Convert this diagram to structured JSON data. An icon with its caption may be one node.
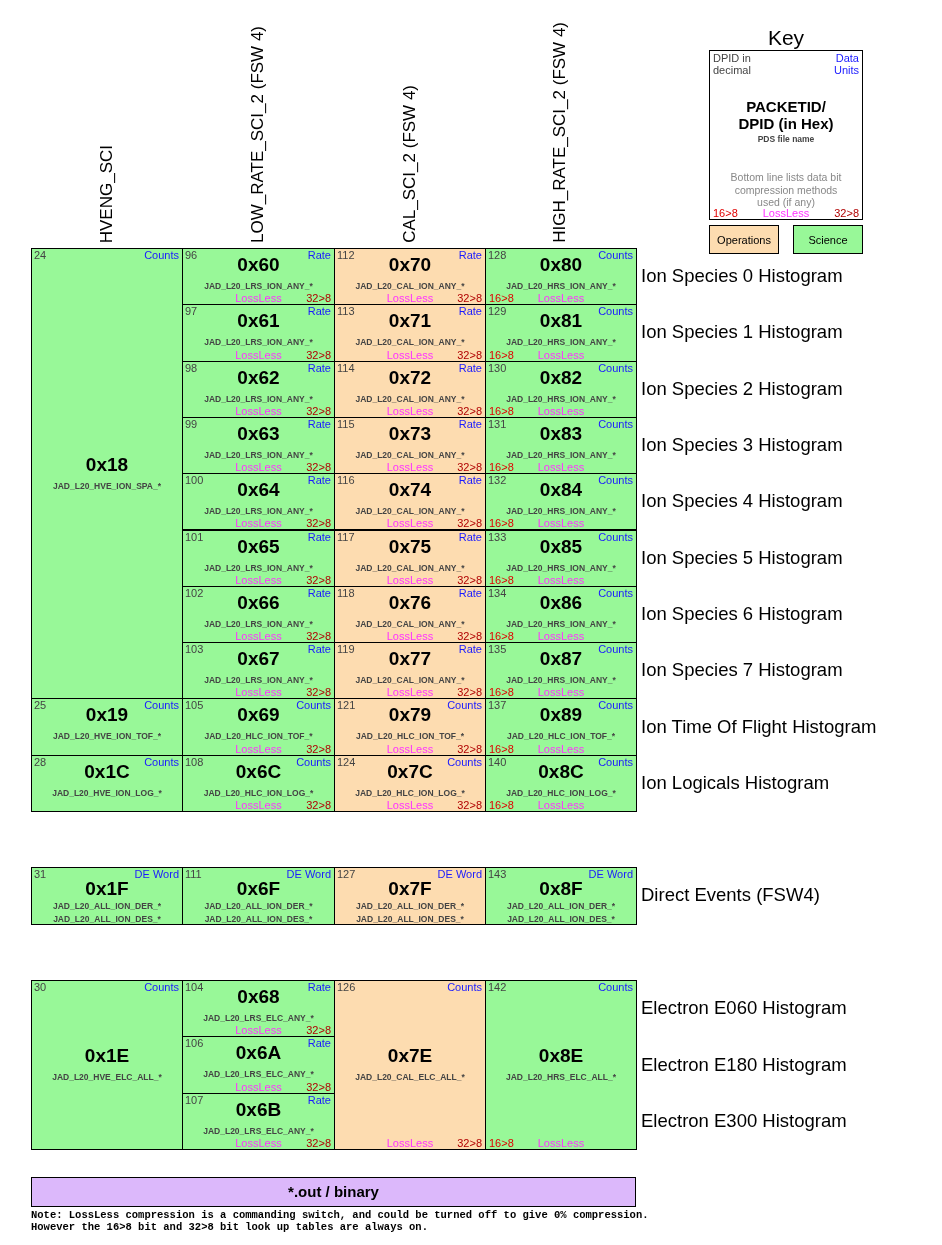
{
  "diagram": {
    "nodes": [
      {
        "text": [
          "Key",
          "DPID in decimal",
          "Data Units",
          "PACKETID/ DPID (in Hex)",
          "PDS file name",
          "Bottom line lists data bit compression methods used (if any)",
          "16>8",
          "LossLess",
          "32>8"
        ]
      },
      {
        "text": [
          "24",
          "Counts",
          "0x18",
          "JAD_L20_HVE_ION_SPA_*"
        ]
      },
      {
        "text": [
          "96",
          "Rate",
          "0x60",
          "JAD_L20_LRS_ION_ANY_*",
          "LossLess",
          "32>8"
        ]
      },
      {
        "text": [
          "112",
          "Rate",
          "0x70",
          "JAD_L20_CAL_ION_ANY_*",
          "LossLess",
          "32>8"
        ]
      },
      {
        "text": [
          "128",
          "Counts",
          "0x80",
          "JAD_L20_HRS_ION_ANY_*",
          "16>8",
          "LossLess"
        ]
      },
      {
        "text": [
          "97",
          "Rate",
          "0x61",
          "JAD_L20_LRS_ION_ANY_*",
          "LossLess",
          "32>8"
        ]
      },
      {
        "text": [
          "113",
          "Rate",
          "0x71",
          "JAD_L20_CAL_ION_ANY_*",
          "LossLess",
          "32>8"
        ]
      },
      {
        "text": [
          "129",
          "Counts",
          "0x81",
          "JAD_L20_HRS_ION_ANY_*",
          "16>8",
          "LossLess"
        ]
      },
      {
        "text": [
          "98",
          "Rate",
          "0x62",
          "JAD_L20_LRS_ION_ANY_*",
          "LossLess",
          "32>8"
        ]
      },
      {
        "text": [
          "114",
          "Rate",
          "0x72",
          "JAD_L20_CAL_ION_ANY_*",
          "LossLess",
          "32>8"
        ]
      },
      {
        "text": [
          "130",
          "Counts",
          "0x82",
          "JAD_L20_HRS_ION_ANY_*",
          "16>8",
          "LossLess"
        ]
      },
      {
        "text": [
          "99",
          "Rate",
          "0x63",
          "JAD_L20_LRS_ION_ANY_*",
          "LossLess",
          "32>8"
        ]
      },
      {
        "text": [
          "115",
          "Rate",
          "0x73",
          "JAD_L20_CAL_ION_ANY_*",
          "LossLess",
          "32>8"
        ]
      },
      {
        "text": [
          "131",
          "Counts",
          "0x83",
          "JAD_L20_HRS_ION_ANY_*",
          "16>8",
          "LossLess"
        ]
      },
      {
        "text": [
          "100",
          "Rate",
          "0x64",
          "JAD_L20_LRS_ION_ANY_*",
          "LossLess",
          "32>8"
        ]
      },
      {
        "text": [
          "116",
          "Rate",
          "0x74",
          "JAD_L20_CAL_ION_ANY_*",
          "LossLess",
          "32>8"
        ]
      },
      {
        "text": [
          "132",
          "Counts",
          "0x84",
          "JAD_L20_HRS_ION_ANY_*",
          "16>8",
          "LossLess"
        ]
      },
      {
        "text": [
          "101",
          "Rate",
          "0x65",
          "JAD_L20_LRS_ION_ANY_*",
          "LossLess",
          "32>8"
        ]
      },
      {
        "text": [
          "117",
          "Rate",
          "0x75",
          "JAD_L20_CAL_ION_ANY_*",
          "LossLess",
          "32>8"
        ]
      },
      {
        "text": [
          "133",
          "Counts",
          "0x85",
          "JAD_L20_HRS_ION_ANY_*",
          "16>8",
          "LossLess"
        ]
      },
      {
        "text": [
          "102",
          "Rate",
          "0x66",
          "JAD_L20_LRS_ION_ANY_*",
          "LossLess",
          "32>8"
        ]
      },
      {
        "text": [
          "118",
          "Rate",
          "0x76",
          "JAD_L20_CAL_ION_ANY_*",
          "LossLess",
          "32>8"
        ]
      },
      {
        "text": [
          "134",
          "Counts",
          "0x86",
          "JAD_L20_HRS_ION_ANY_*",
          "16>8",
          "LossLess"
        ]
      },
      {
        "text": [
          "103",
          "Rate",
          "0x67",
          "JAD_L20_LRS_ION_ANY_*",
          "LossLess",
          "32>8"
        ]
      },
      {
        "text": [
          "119",
          "Rate",
          "0x77",
          "JAD_L20_CAL_ION_ANY_*",
          "LossLess",
          "32>8"
        ]
      },
      {
        "text": [
          "135",
          "Counts",
          "0x87",
          "JAD_L20_HRS_ION_ANY_*",
          "16>8",
          "LossLess"
        ]
      },
      {
        "text": [
          "25",
          "Counts",
          "0x19",
          "JAD_L20_HVE_ION_TOF_*"
        ]
      },
      {
        "text": [
          "105",
          "Counts",
          "0x69",
          "JAD_L20_HLC_ION_TOF_*",
          "LossLess",
          "32>8"
        ]
      },
      {
        "text": [
          "121",
          "Counts",
          "0x79",
          "JAD_L20_HLC_ION_TOF_*",
          "LossLess",
          "32>8"
        ]
      },
      {
        "text": [
          "137",
          "Counts",
          "0x89",
          "JAD_L20_HLC_ION_TOF_*",
          "16>8",
          "LossLess"
        ]
      },
      {
        "text": [
          "28",
          "Counts",
          "0x1C",
          "JAD_L20_HVE_ION_LOG_*"
        ]
      },
      {
        "text": [
          "108",
          "Counts",
          "0x6C",
          "JAD_L20_HLC_ION_LOG_*",
          "LossLess",
          "32>8"
        ]
      },
      {
        "text": [
          "124",
          "Counts",
          "0x7C",
          "JAD_L20_HLC_ION_LOG_*",
          "LossLess",
          "32>8"
        ]
      },
      {
        "text": [
          "140",
          "Counts",
          "0x8C",
          "JAD_L20_HLC_ION_LOG_*",
          "16>8",
          "LossLess"
        ]
      },
      {
        "text": [
          "31",
          "DE Word",
          "0x1F",
          "JAD_L20_ALL_ION_DER_*",
          "JAD_L20_ALL_ION_DES_*"
        ]
      },
      {
        "text": [
          "111",
          "DE Word",
          "0x6F",
          "JAD_L20_ALL_ION_DER_*",
          "JAD_L20_ALL_ION_DES_*"
        ]
      },
      {
        "text": [
          "127",
          "DE Word",
          "0x7F",
          "JAD_L20_ALL_ION_DER_*",
          "JAD_L20_ALL_ION_DES_*"
        ]
      },
      {
        "text": [
          "143",
          "DE Word",
          "0x8F",
          "JAD_L20_ALL_ION_DER_*",
          "JAD_L20_ALL_ION_DES_*"
        ]
      },
      {
        "text": [
          "30",
          "Counts",
          "0x1E",
          "JAD_L20_HVE_ELC_ALL_*"
        ]
      },
      {
        "text": [
          "104",
          "Rate",
          "0x68",
          "JAD_L20_LRS_ELC_ANY_*",
          "LossLess",
          "32>8"
        ]
      },
      {
        "text": [
          "126",
          "Counts",
          "0x7E",
          "JAD_L20_CAL_ELC_ALL_*",
          "LossLess",
          "32>8"
        ]
      },
      {
        "text": [
          "142",
          "Counts",
          "0x8E",
          "JAD_L20_HRS_ELC_ALL_*",
          "16>8",
          "LossLess"
        ]
      },
      {
        "text": [
          "106",
          "Rate",
          "0x6A",
          "JAD_L20_LRS_ELC_ANY_*",
          "LossLess",
          "32>8"
        ]
      },
      {
        "text": [
          "107",
          "Rate",
          "0x6B",
          "JAD_L20_LRS_ELC_ANY_*",
          "LossLess",
          "32>8"
        ]
      },
      {
        "text": [
          "*.out / binary"
        ]
      }
    ],
    "labels": [
      "HVENG_SCI",
      "LOW_RATE_SCI_2 (FSW 4)",
      "CAL_SCI_2 (FSW 4)",
      "HIGH_RATE_SCI_2 (FSW 4)",
      "Ion Species 0 Histogram",
      "Ion Species 1 Histogram",
      "Ion Species 2 Histogram",
      "Ion Species 3 Histogram",
      "Ion Species 4 Histogram",
      "Ion Species 5 Histogram",
      "Ion Species 6 Histogram",
      "Ion Species 7 Histogram",
      "Ion Time Of Flight Histogram",
      "Ion Logicals Histogram",
      "Direct Events (FSW4)",
      "Electron E060 Histogram",
      "Electron E180 Histogram",
      "Electron E300 Histogram",
      "Note: LossLess compression is a commanding switch, and could be turned off to give 0% compression. However the 16>8 bit and 32>8 bit look up tables are always on."
    ],
    "legend": [
      {
        "text": "Operations",
        "color": "#fddcb0"
      },
      {
        "text": "Science",
        "color": "#98f898"
      }
    ]
  }
}
